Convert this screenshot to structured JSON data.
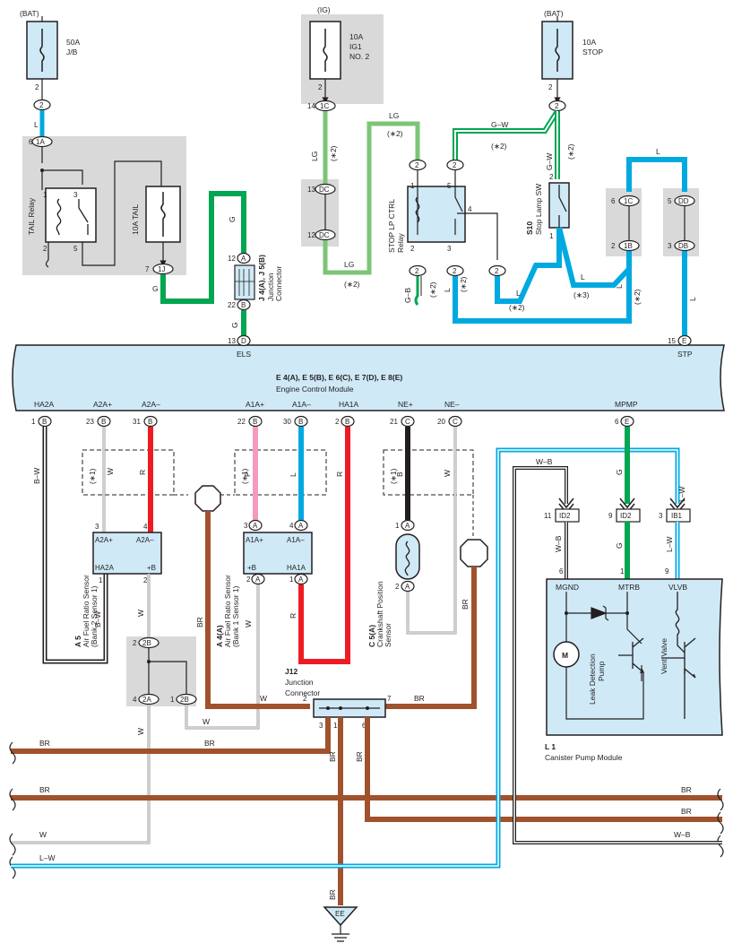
{
  "power": {
    "bat_left": "(BAT)",
    "ig": "(IG)",
    "bat_right": "(BAT)"
  },
  "fuses": {
    "f50a_1": "50A",
    "f50a_2": "J/B",
    "ig1_1": "10A",
    "ig1_2": "IG1",
    "ig1_3": "NO. 2",
    "stop_1": "10A",
    "stop_2": "STOP",
    "tail": "10A TAIL"
  },
  "relays": {
    "tail": "TAIL Relay",
    "stop_ctrl_1": "STOP LP CTRL",
    "stop_ctrl_2": "Relay"
  },
  "switch": {
    "code": "S10",
    "name": "Stop Lamp SW"
  },
  "junction_j4": {
    "code": "J 4(A), J 5(B)",
    "name_1": "Junction",
    "name_2": "Connector"
  },
  "ecm": {
    "code": "E 4(A), E 5(B), E 6(C), E 7(D), E 8(E)",
    "name": "Engine Control Module",
    "pins_top": {
      "els": "ELS",
      "stp": "STP"
    },
    "pins_bottom": [
      "HA2A",
      "A2A+",
      "A2A–",
      "A1A+",
      "A1A–",
      "HA1A",
      "NE+",
      "NE–",
      "MPMP"
    ]
  },
  "sensors": {
    "a5_code": "A 5",
    "a5_name_1": "Air Fuel Ratio Sensor",
    "a5_name_2": "(Bank 2 Sensor 1)",
    "a4_code": "A 4(A)",
    "a4_name_1": "Air Fuel Ratio Sensor",
    "a4_name_2": "(Bank 1 Sensor 1)",
    "c5_code": "C 5(A)",
    "c5_name_1": "Crankshaft Position",
    "c5_name_2": "Sensor",
    "pin_a2ap": "A2A+",
    "pin_a2am": "A2A–",
    "pin_ha2a": "HA2A",
    "pin_pb": "+B",
    "pin_a1ap": "A1A+",
    "pin_a1am": "A1A–",
    "pin_ha1a": "HA1A"
  },
  "junction_j12": {
    "code": "J12",
    "name_1": "Junction",
    "name_2": "Connector"
  },
  "canister": {
    "code": "L 1",
    "name": "Canister Pump Module",
    "mgnd": "MGND",
    "mtrb": "MTRB",
    "vlvb": "VLVB",
    "pump_1": "Leak Detection",
    "pump_2": "Pump",
    "valve": "Vent Valve",
    "motor": "M"
  },
  "connectors": {
    "c2": "2",
    "c1a": "1A",
    "c1j": "1J",
    "c1c": "1C",
    "cdc": "DC",
    "c1b": "1B",
    "cdd": "DD",
    "cdb": "DB",
    "ca": "A",
    "cb": "B",
    "cc": "C",
    "cd": "D",
    "ce": "E",
    "c2b": "2B",
    "c2a": "2A",
    "cid2": "ID2",
    "cib1": "IB1",
    "ee": "EE"
  },
  "wire_colors": {
    "L": "L",
    "LG": "LG",
    "G": "G",
    "GW": "G–W",
    "GB": "G–B",
    "R": "R",
    "W": "W",
    "P": "P",
    "B": "B",
    "BW": "B–W",
    "BR": "BR",
    "LW": "L–W",
    "WB": "W–B"
  },
  "notes": {
    "n1": "(∗1)",
    "n2": "(∗2)",
    "n3": "(∗3)"
  },
  "pins": {
    "p1": "1",
    "p2": "2",
    "p3": "3",
    "p4": "4",
    "p5": "5",
    "p6": "6",
    "p7": "7",
    "p9": "9",
    "p11": "11",
    "p12": "12",
    "p13": "13",
    "p14": "14",
    "p15": "15",
    "p20": "20",
    "p21": "21",
    "p22": "22",
    "p23": "23",
    "p30": "30",
    "p31": "31"
  },
  "colors": {
    "ecm_fill": "#cfe9f6",
    "gray_box": "#d9d9da",
    "blue": "#00a9e0",
    "green": "#00a651",
    "light_green": "#7cc576",
    "red": "#ed1c24",
    "pink": "#f49ac1",
    "brown": "#a0522d",
    "black": "#231f20"
  }
}
